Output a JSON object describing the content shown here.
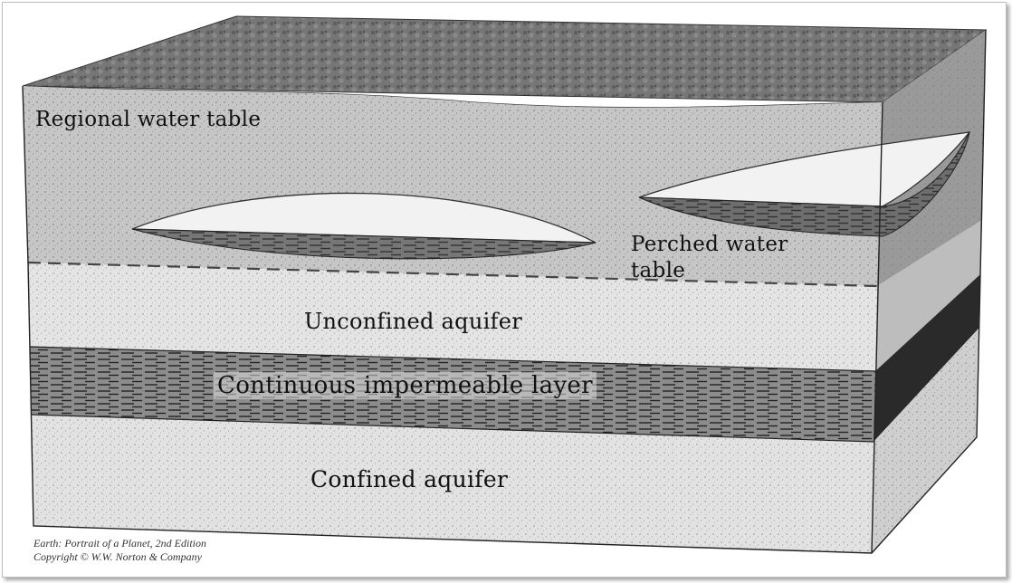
{
  "diagram": {
    "labels": {
      "regional_water_table": "Regional water table",
      "perched_water_table": [
        "Perched water",
        "table"
      ],
      "unconfined_aquifer": "Unconfined aquifer",
      "impermeable_layer": "Continuous impermeable layer",
      "confined_aquifer": "Confined aquifer"
    },
    "credit": {
      "line1": "Earth: Portrait of a Planet, 2nd Edition",
      "line2": "Copyright © W.W. Norton & Company"
    }
  },
  "colors": {
    "surface": "#6f6f6f",
    "unsaturated_zone": "#c8c8c8",
    "aquifer_sand": "#e6e6e6",
    "impermeable_clay": "#6a6a6a",
    "right_face_dark": "#2a2a2a"
  }
}
